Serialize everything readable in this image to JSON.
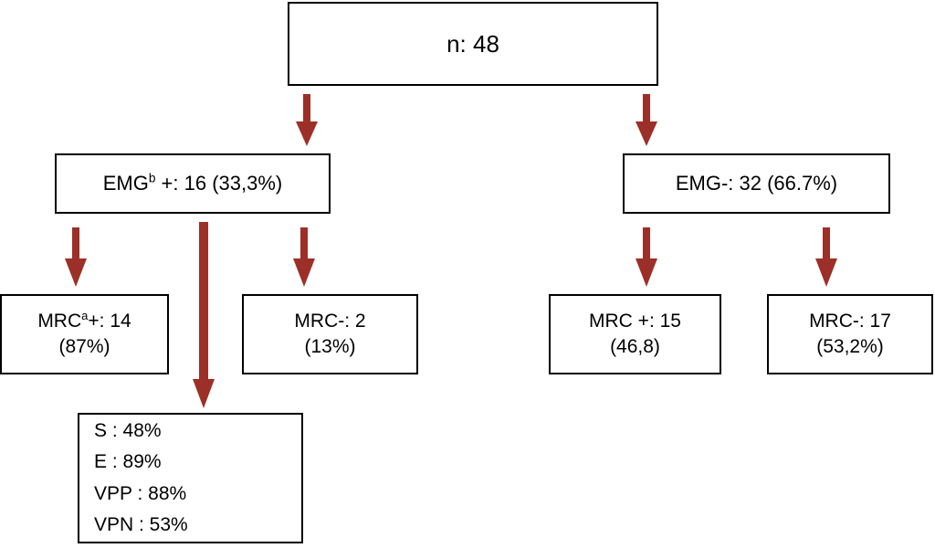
{
  "diagram": {
    "title": "EMG and MRC diagnostic flowchart",
    "accent_color": "#9C3028",
    "border_color": "#000000",
    "background_color": "#FFFFFF",
    "nodes": {
      "root": {
        "label": "n: 48"
      },
      "emg_positive": {
        "prefix": "EMG",
        "superscript": "b",
        "suffix": " +: 16 (33,3%)"
      },
      "emg_negative": {
        "label": "EMG-: 32 (66.7%)"
      },
      "mrc_pos_left": {
        "prefix": "MRC",
        "superscript": "a",
        "suffix": "+: 14",
        "line2": "(87%)"
      },
      "mrc_neg_left": {
        "line1": "MRC-: 2",
        "line2": "(13%)"
      },
      "mrc_pos_right": {
        "line1": "MRC +: 15",
        "line2": "(46,8)"
      },
      "mrc_neg_right": {
        "line1": "MRC-: 17",
        "line2": "(53,2%)"
      },
      "stats": {
        "rows": [
          "S : 48%",
          "E : 89%",
          "VPP : 88%",
          "VPN : 53%"
        ]
      }
    },
    "arrows": [
      {
        "name": "root-to-emg-positive"
      },
      {
        "name": "root-to-emg-negative"
      },
      {
        "name": "emg-positive-to-mrc-pos-left"
      },
      {
        "name": "emg-positive-to-stats"
      },
      {
        "name": "emg-positive-to-mrc-neg-left"
      },
      {
        "name": "emg-negative-to-mrc-pos-right"
      },
      {
        "name": "emg-negative-to-mrc-neg-right"
      }
    ]
  }
}
